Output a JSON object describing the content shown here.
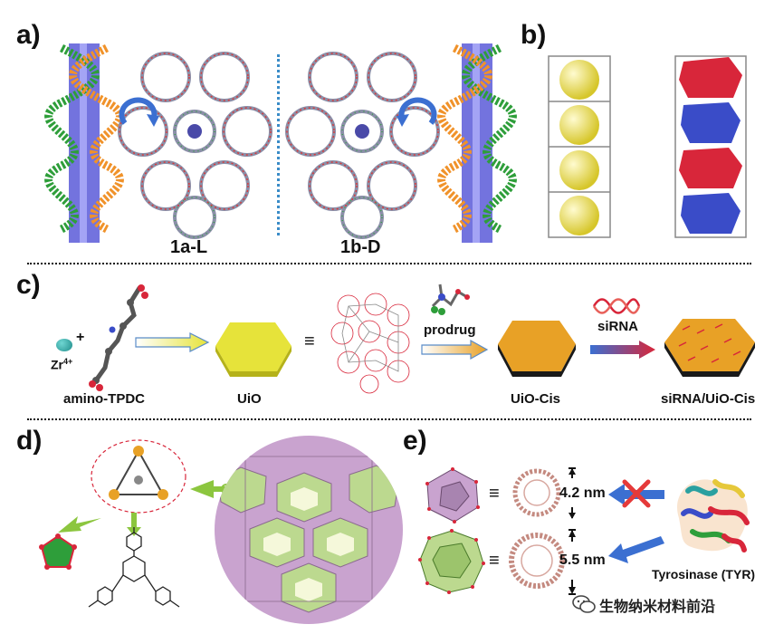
{
  "panels": {
    "a": {
      "letter": "a)",
      "left_label": "1a-L",
      "right_label": "1b-D"
    },
    "b": {
      "letter": "b)"
    },
    "c": {
      "letter": "c)",
      "zr_label": "Zr",
      "zr_charge": "4+",
      "plus": "+",
      "linker_label": "amino-TPDC",
      "uio_label": "UiO",
      "equiv": "≡",
      "prodrug_label": "prodrug",
      "uio_cis_label": "UiO-Cis",
      "sirna_label": "siRNA",
      "final_label": "siRNA/UiO-Cis"
    },
    "d": {
      "letter": "d)"
    },
    "e": {
      "letter": "e)",
      "equiv_top": "≡",
      "equiv_bottom": "≡",
      "size_top": "4.2 nm",
      "size_bottom": "5.5 nm",
      "enzyme_label": "Tyrosinase (TYR)"
    }
  },
  "watermark": {
    "text": "生物纳米材料前沿"
  },
  "colors": {
    "helix_green": "#2e9e3a",
    "helix_orange": "#f0922a",
    "helix_core": "#5a5ad8",
    "cage_yellow": "#e8e04a",
    "poly_red": "#d8263a",
    "poly_blue": "#3a4cc8",
    "uio_yellow": "#e6e33a",
    "uio_orange": "#e8a126",
    "zr_teal": "#1f8c8a",
    "arrow_green": "#8cc63f",
    "arrow_blue": "#3b6fd1",
    "cross_red": "#e53a3a",
    "pink_poly": "#c9a3cf",
    "green_poly": "#bcd98f"
  }
}
